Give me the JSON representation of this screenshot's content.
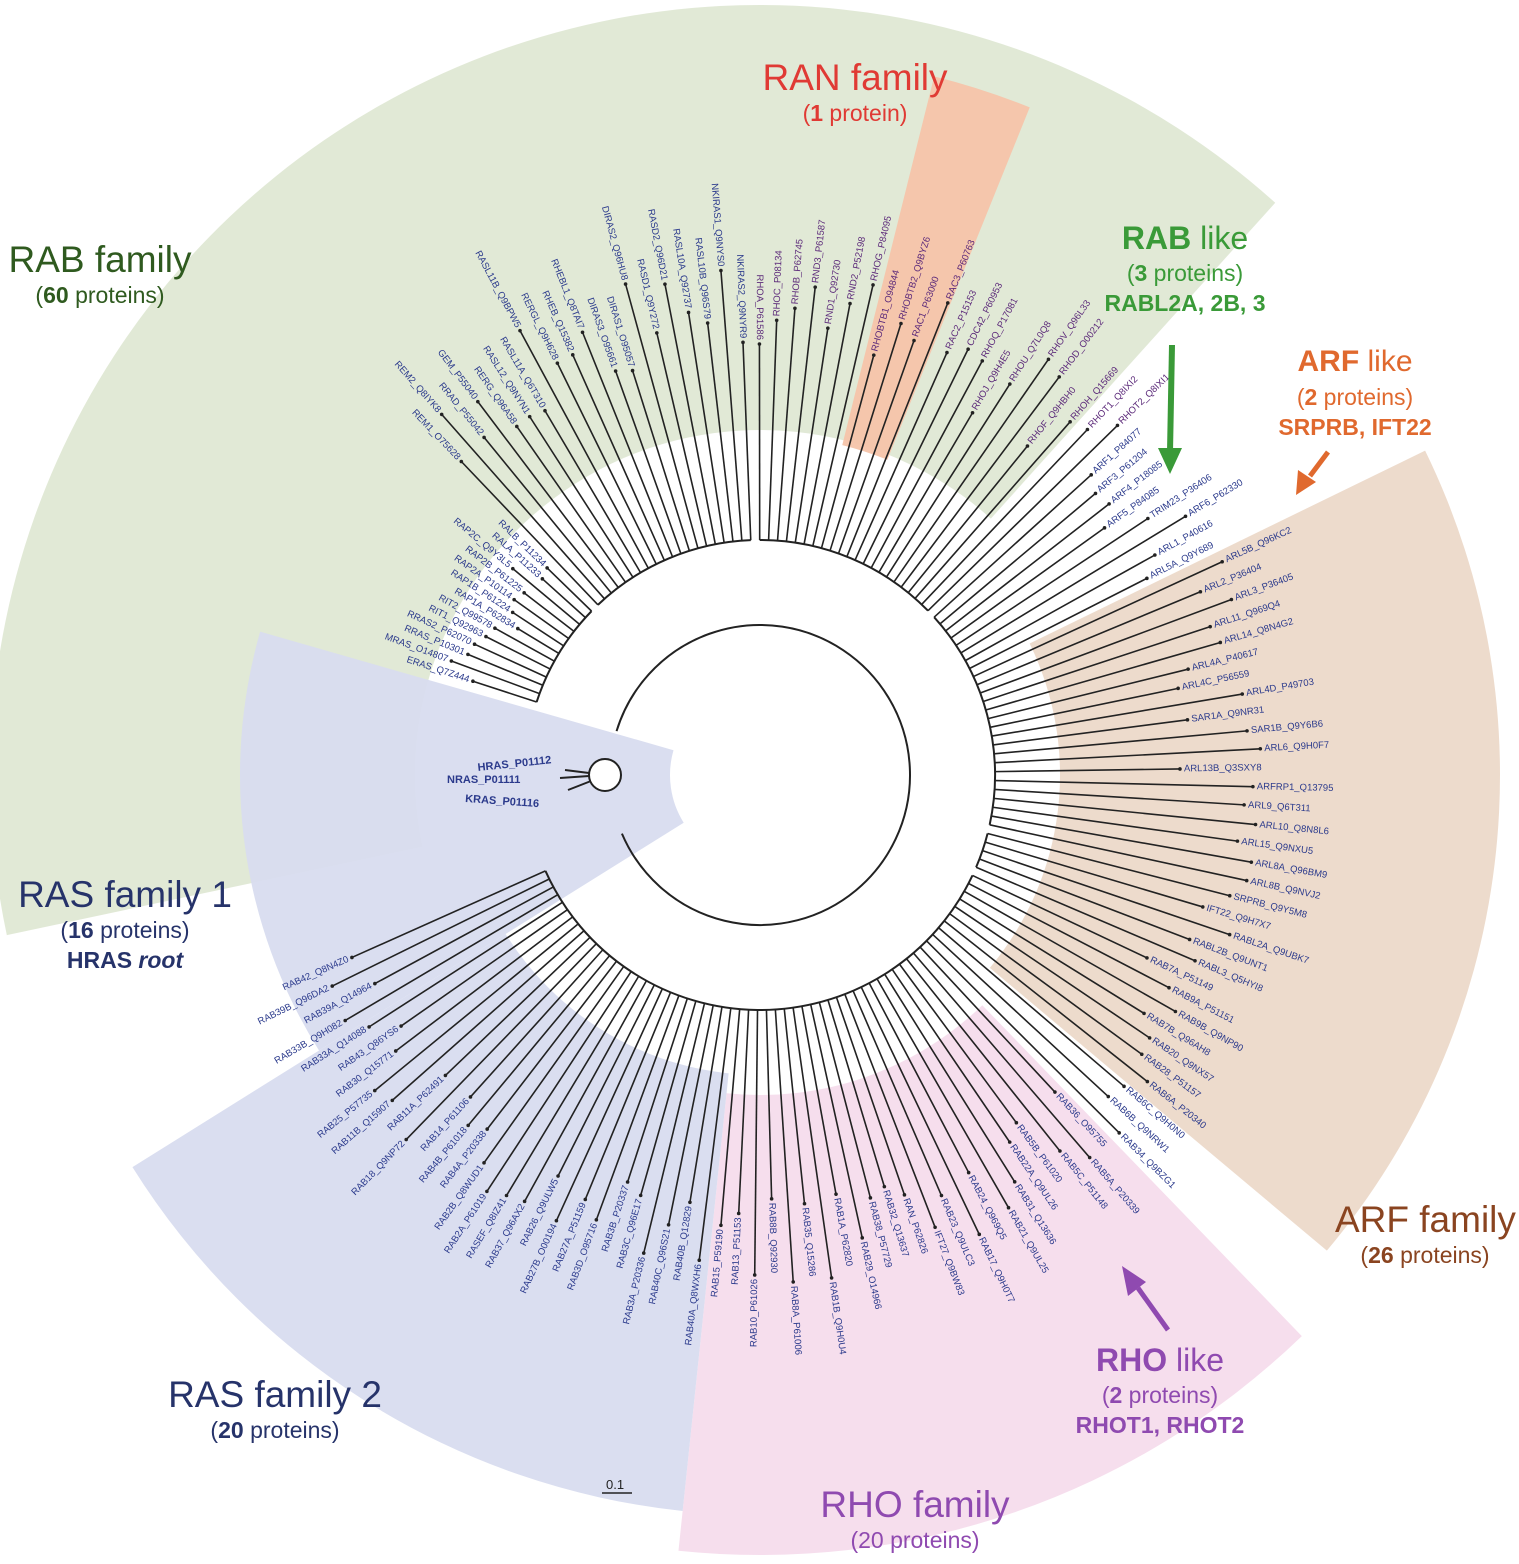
{
  "scale_bar": "0.1",
  "colors": {
    "rab": "#2f5a1f",
    "rab_bg": "#dfe8d4",
    "ran": "#e03a34",
    "ran_bg": "#f6c4aa",
    "rab_like": "#3a9a38",
    "arf_like": "#e0692e",
    "arf": "#8a4420",
    "arf_bg": "#ecd9c9",
    "rho": "#8f4ab0",
    "rho_bg": "#f6dcec",
    "ras": "#26336a",
    "ras_bg": "#d8dcef",
    "leaf_text": "#2b3a8c",
    "rho_leaf_text": "#5c2a7a",
    "branch": "#222222"
  },
  "groups": {
    "ran": {
      "name": "RAN",
      "word": "family",
      "count": "1",
      "count_word": "protein"
    },
    "rab": {
      "name": "RAB",
      "word": "family",
      "count": "60",
      "count_word": "proteins"
    },
    "rab_like": {
      "name": "RAB",
      "word": "like",
      "count": "3",
      "count_word": "proteins",
      "members": "RABL2A, 2B, 3"
    },
    "arf_like": {
      "name": "ARF",
      "word": "like",
      "count": "2",
      "count_word": "proteins",
      "members": "SRPRB, IFT22"
    },
    "arf": {
      "name": "ARF",
      "word": "family",
      "count": "26",
      "count_word": "proteins"
    },
    "rho_like": {
      "name": "RHO",
      "word": "like",
      "count": "2",
      "count_word": "proteins",
      "members": "RHOT1, RHOT2"
    },
    "rho": {
      "name": "RHO",
      "word": "family",
      "count_line": "(20 proteins)"
    },
    "ras1": {
      "name": "RAS",
      "word": "family 1",
      "count": "16",
      "count_word": "proteins",
      "root_name": "HRAS",
      "root_word": "root"
    },
    "ras2": {
      "name": "RAS",
      "word": "family 2",
      "count": "20",
      "count_word": "proteins"
    }
  },
  "root_leaves": [
    "HRAS_P01112",
    "NRAS_P01111",
    "KRAS_P01116"
  ],
  "leaves": [
    {
      "label": "ERAS_Q7Z444",
      "group": "ras"
    },
    {
      "label": "MRAS_O14807",
      "group": "ras"
    },
    {
      "label": "RRAS_P10301",
      "group": "ras"
    },
    {
      "label": "RRAS2_P62070",
      "group": "ras"
    },
    {
      "label": "RIT1_Q92963",
      "group": "ras"
    },
    {
      "label": "RIT2_Q99578",
      "group": "ras"
    },
    {
      "label": "RAP1A_P62834",
      "group": "ras"
    },
    {
      "label": "RAP1B_P61224",
      "group": "ras"
    },
    {
      "label": "RAP2A_P10114",
      "group": "ras"
    },
    {
      "label": "RAP2B_P61225",
      "group": "ras"
    },
    {
      "label": "RAP2C_Q9Y3L5",
      "group": "ras"
    },
    {
      "label": "RALA_P11233",
      "group": "ras"
    },
    {
      "label": "RALB_P11234",
      "group": "ras"
    },
    {
      "label": "REM1_O75628",
      "group": "ras2"
    },
    {
      "label": "REM2_Q8IYK8",
      "group": "ras2"
    },
    {
      "label": "RRAD_P55042",
      "group": "ras2"
    },
    {
      "label": "GEM_P55040",
      "group": "ras2"
    },
    {
      "label": "RERG_Q96A58",
      "group": "ras2"
    },
    {
      "label": "RASL12_Q9NYN1",
      "group": "ras2"
    },
    {
      "label": "RASL11A_Q6T310",
      "group": "ras2"
    },
    {
      "label": "RASL11B_Q9BPW5",
      "group": "ras2"
    },
    {
      "label": "RERGL_Q9H628",
      "group": "ras2"
    },
    {
      "label": "RHEB_Q15382",
      "group": "ras2"
    },
    {
      "label": "RHEBL1_Q8TAI7",
      "group": "ras2"
    },
    {
      "label": "DIRAS3_O95661",
      "group": "ras2"
    },
    {
      "label": "DIRAS1_O95057",
      "group": "ras2"
    },
    {
      "label": "DIRAS2_Q96HU8",
      "group": "ras2"
    },
    {
      "label": "RASD1_Q9Y272",
      "group": "ras2"
    },
    {
      "label": "RASD2_Q96D21",
      "group": "ras2"
    },
    {
      "label": "RASL10A_Q92737",
      "group": "ras2"
    },
    {
      "label": "RASL10B_Q96S79",
      "group": "ras2"
    },
    {
      "label": "NKIRAS1_Q9NYS0",
      "group": "ras2"
    },
    {
      "label": "NKIRAS2_Q9NYR9",
      "group": "ras2"
    },
    {
      "label": "RHOA_P61586",
      "group": "rho"
    },
    {
      "label": "RHOC_P08134",
      "group": "rho"
    },
    {
      "label": "RHOB_P62745",
      "group": "rho"
    },
    {
      "label": "RND3_P61587",
      "group": "rho"
    },
    {
      "label": "RND1_Q92730",
      "group": "rho"
    },
    {
      "label": "RND2_P52198",
      "group": "rho"
    },
    {
      "label": "RHOG_P84095",
      "group": "rho"
    },
    {
      "label": "RHOBTB1_O94844",
      "group": "rho"
    },
    {
      "label": "RHOBTB2_Q9BYZ6",
      "group": "rho"
    },
    {
      "label": "RAC1_P63000",
      "group": "rho"
    },
    {
      "label": "RAC3_P60763",
      "group": "rho"
    },
    {
      "label": "RAC2_P15153",
      "group": "rho"
    },
    {
      "label": "CDC42_P60953",
      "group": "rho"
    },
    {
      "label": "RHOQ_P17081",
      "group": "rho"
    },
    {
      "label": "RHOJ_Q9H4E5",
      "group": "rho"
    },
    {
      "label": "RHOU_Q7L0Q8",
      "group": "rho"
    },
    {
      "label": "RHOV_Q96L33",
      "group": "rho"
    },
    {
      "label": "RHOD_O00212",
      "group": "rho"
    },
    {
      "label": "RHOF_Q9HBH0",
      "group": "rho"
    },
    {
      "label": "RHOH_Q15669",
      "group": "rho"
    },
    {
      "label": "RHOT1_Q8IXI2",
      "group": "rho"
    },
    {
      "label": "RHOT2_Q8IXI1",
      "group": "rho"
    },
    {
      "label": "ARF1_P84077",
      "group": "arf"
    },
    {
      "label": "ARF3_P61204",
      "group": "arf"
    },
    {
      "label": "ARF4_P18085",
      "group": "arf"
    },
    {
      "label": "ARF5_P84085",
      "group": "arf"
    },
    {
      "label": "TRIM23_P36406",
      "group": "arf"
    },
    {
      "label": "ARF6_P62330",
      "group": "arf"
    },
    {
      "label": "ARL1_P40616",
      "group": "arf"
    },
    {
      "label": "ARL5A_Q9Y689",
      "group": "arf"
    },
    {
      "label": "ARL5B_Q96KC2",
      "group": "arf"
    },
    {
      "label": "ARL2_P36404",
      "group": "arf"
    },
    {
      "label": "ARL3_P36405",
      "group": "arf"
    },
    {
      "label": "ARL11_Q969Q4",
      "group": "arf"
    },
    {
      "label": "ARL14_Q8N4G2",
      "group": "arf"
    },
    {
      "label": "ARL4A_P40617",
      "group": "arf"
    },
    {
      "label": "ARL4C_P56559",
      "group": "arf"
    },
    {
      "label": "ARL4D_P49703",
      "group": "arf"
    },
    {
      "label": "SAR1A_Q9NR31",
      "group": "arf"
    },
    {
      "label": "SAR1B_Q9Y6B6",
      "group": "arf"
    },
    {
      "label": "ARL6_Q9H0F7",
      "group": "arf"
    },
    {
      "label": "ARL13B_Q3SXY8",
      "group": "arf"
    },
    {
      "label": "ARFRP1_Q13795",
      "group": "arf"
    },
    {
      "label": "ARL9_Q6T311",
      "group": "arf"
    },
    {
      "label": "ARL10_Q8N8L6",
      "group": "arf"
    },
    {
      "label": "ARL15_Q9NXU5",
      "group": "arf"
    },
    {
      "label": "ARL8A_Q96BM9",
      "group": "arf"
    },
    {
      "label": "ARL8B_Q9NVJ2",
      "group": "arf"
    },
    {
      "label": "SRPRB_Q9Y5M8",
      "group": "none"
    },
    {
      "label": "IFT22_Q9H7X7",
      "group": "none"
    },
    {
      "label": "RABL2A_Q9UBK7",
      "group": "none"
    },
    {
      "label": "RABL2B_Q9UNT1",
      "group": "none"
    },
    {
      "label": "RABL3_Q5HYI8",
      "group": "none"
    },
    {
      "label": "RAB7A_P51149",
      "group": "rab"
    },
    {
      "label": "RAB9A_P51151",
      "group": "rab"
    },
    {
      "label": "RAB9B_Q9NP90",
      "group": "rab"
    },
    {
      "label": "RAB7B_Q96AH8",
      "group": "rab"
    },
    {
      "label": "RAB20_Q9NX57",
      "group": "rab"
    },
    {
      "label": "RAB28_P51157",
      "group": "rab"
    },
    {
      "label": "RAB6A_P20340",
      "group": "rab"
    },
    {
      "label": "RAB6C_Q9H0N0",
      "group": "rab"
    },
    {
      "label": "RAB6B_Q9NRW1",
      "group": "rab"
    },
    {
      "label": "RAB34_Q9BZG1",
      "group": "rab"
    },
    {
      "label": "RAB36_O95755",
      "group": "rab"
    },
    {
      "label": "RAB5A_P20339",
      "group": "rab"
    },
    {
      "label": "RAB5C_P51148",
      "group": "rab"
    },
    {
      "label": "RAB5B_P61020",
      "group": "rab"
    },
    {
      "label": "RAB22A_Q9UL26",
      "group": "rab"
    },
    {
      "label": "RAB31_Q13636",
      "group": "rab"
    },
    {
      "label": "RAB21_Q9UL25",
      "group": "rab"
    },
    {
      "label": "RAB24_Q969Q5",
      "group": "rab"
    },
    {
      "label": "RAB17_Q9H0T7",
      "group": "rab"
    },
    {
      "label": "RAB23_Q9ULC3",
      "group": "rab"
    },
    {
      "label": "IFT27_Q9BW83",
      "group": "rab"
    },
    {
      "label": "RAN_P62826",
      "group": "ran"
    },
    {
      "label": "RAB32_Q13637",
      "group": "rab"
    },
    {
      "label": "RAB38_P57729",
      "group": "rab"
    },
    {
      "label": "RAB29_O14966",
      "group": "rab"
    },
    {
      "label": "RAB1A_P62820",
      "group": "rab"
    },
    {
      "label": "RAB1B_Q9H0U4",
      "group": "rab"
    },
    {
      "label": "RAB35_Q15286",
      "group": "rab"
    },
    {
      "label": "RAB8A_P61006",
      "group": "rab"
    },
    {
      "label": "RAB8B_Q92930",
      "group": "rab"
    },
    {
      "label": "RAB10_P61026",
      "group": "rab"
    },
    {
      "label": "RAB13_P51153",
      "group": "rab"
    },
    {
      "label": "RAB15_P59190",
      "group": "rab"
    },
    {
      "label": "RAB40A_Q8WXH6",
      "group": "rab"
    },
    {
      "label": "RAB40B_Q12829",
      "group": "rab"
    },
    {
      "label": "RAB40C_Q96S21",
      "group": "rab"
    },
    {
      "label": "RAB3A_P20336",
      "group": "rab"
    },
    {
      "label": "RAB3C_Q96E17",
      "group": "rab"
    },
    {
      "label": "RAB3B_P20337",
      "group": "rab"
    },
    {
      "label": "RAB3D_O95716",
      "group": "rab"
    },
    {
      "label": "RAB27A_P51159",
      "group": "rab"
    },
    {
      "label": "RAB27B_O00194",
      "group": "rab"
    },
    {
      "label": "RAB26_Q9ULW5",
      "group": "rab"
    },
    {
      "label": "RAB37_Q96AX2",
      "group": "rab"
    },
    {
      "label": "RASEF_Q8IZ41",
      "group": "rab"
    },
    {
      "label": "RAB2A_P61019",
      "group": "rab"
    },
    {
      "label": "RAB2B_Q8WUD1",
      "group": "rab"
    },
    {
      "label": "RAB4A_P20338",
      "group": "rab"
    },
    {
      "label": "RAB4B_P61018",
      "group": "rab"
    },
    {
      "label": "RAB14_P61106",
      "group": "rab"
    },
    {
      "label": "RAB18_Q9NP72",
      "group": "rab"
    },
    {
      "label": "RAB11A_P62491",
      "group": "rab"
    },
    {
      "label": "RAB11B_Q15907",
      "group": "rab"
    },
    {
      "label": "RAB25_P57735",
      "group": "rab"
    },
    {
      "label": "RAB30_Q15771",
      "group": "rab"
    },
    {
      "label": "RAB43_Q86YS6",
      "group": "rab"
    },
    {
      "label": "RAB33A_Q14088",
      "group": "rab"
    },
    {
      "label": "RAB33B_Q9H082",
      "group": "rab"
    },
    {
      "label": "RAB39A_Q14964",
      "group": "rab"
    },
    {
      "label": "RAB39B_Q96DA2",
      "group": "rab"
    },
    {
      "label": "RAB42_Q8N4Z0",
      "group": "rab"
    }
  ]
}
